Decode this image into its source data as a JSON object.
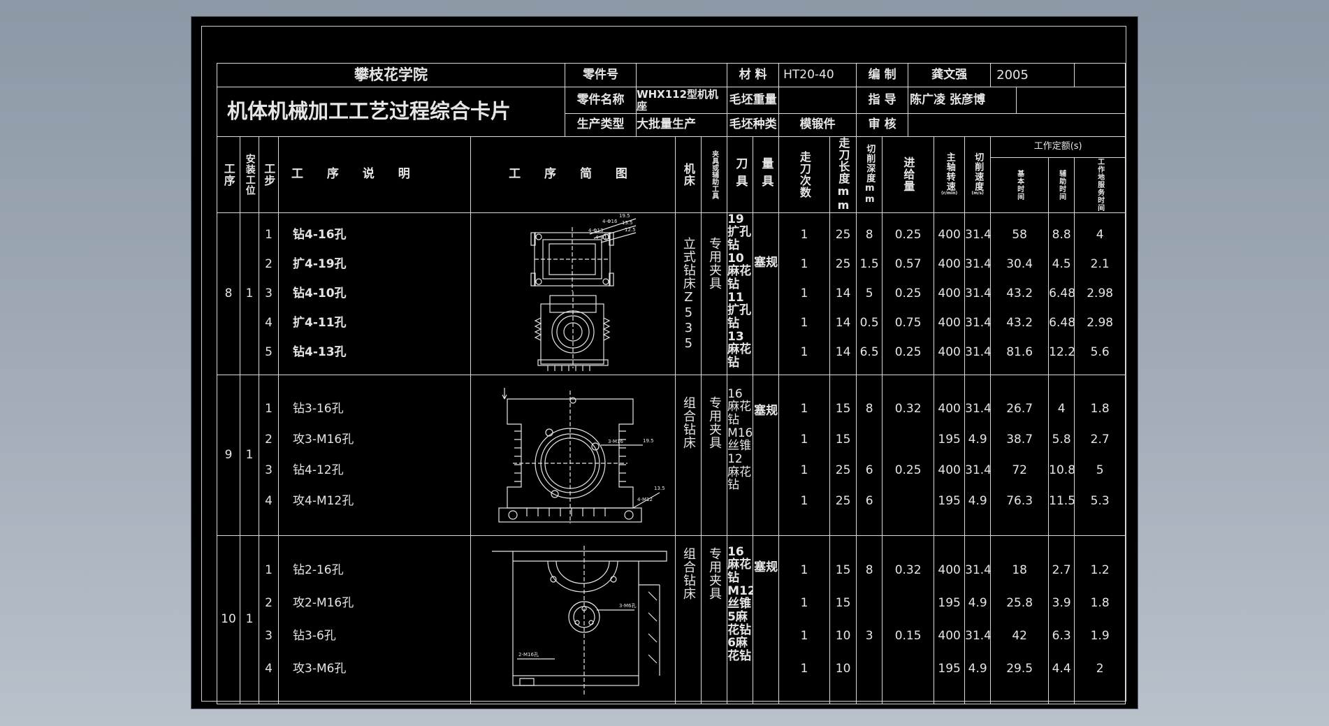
{
  "header": {
    "school": "攀枝花学院",
    "card_title": "机体机械加工工艺过程综合卡片",
    "part_no_label": "零件号",
    "part_no_value": "",
    "part_name_label": "零件名称",
    "part_name_value": "WHX112型机机座",
    "production_type_label": "生产类型",
    "production_type_value": "大批量生产",
    "material_label": "材  料",
    "material_value": "HT20-40",
    "blank_weight_label": "毛坯重量",
    "blank_weight_value": "",
    "blank_type_label": "毛坯种类",
    "blank_type_value": "模锻件",
    "compile_label": "编  制",
    "compile_value": "龚文强",
    "year": "2005",
    "guide_label": "指  导",
    "guide_value": "陈广凌  张彦博",
    "review_label": "审  核",
    "review_value": ""
  },
  "columns": {
    "op_no": "工序",
    "setup_pos": "安装工位",
    "step": "工步",
    "op_desc": "工 序 说 明",
    "op_sketch": "工 序 简 图",
    "machine": "机床",
    "fixture": "夹具或辅助工具",
    "cutter": "刀具",
    "gauge": "量具",
    "passes": "走刀次数",
    "cut_length": "走刀长度mm",
    "cut_depth": "切削深度mm",
    "feed": "进给量",
    "spindle_speed": "主轴转速",
    "spindle_speed_unit": "(r/min)",
    "cutting_speed": "切削速度",
    "cutting_speed_unit": "(m/s)",
    "time_quota": "工作定额(s)",
    "basic_time": "基本时间",
    "aux_time": "辅助时间",
    "service_time": "工作地服务时间"
  },
  "operations": [
    {
      "op_no": "8",
      "setup": "1",
      "steps": [
        "1",
        "2",
        "3",
        "4",
        "5"
      ],
      "descriptions": [
        "钻4-16孔",
        "扩4-19孔",
        "钻4-10孔",
        "扩4-11孔",
        "钻4-13孔"
      ],
      "machine": "立式钻床Z535",
      "fixture": "专用夹具",
      "cutter": "19扩孔钻10麻花钻11扩孔钻13麻花钻",
      "gauge": "塞规",
      "passes": [
        "1",
        "1",
        "1",
        "1",
        "1"
      ],
      "cut_length": [
        "25",
        "25",
        "14",
        "14",
        "14"
      ],
      "cut_depth": [
        "8",
        "1.5",
        "5",
        "0.5",
        "6.5"
      ],
      "feed": [
        "0.25",
        "0.57",
        "0.25",
        "0.75",
        "0.25"
      ],
      "spindle_speed": [
        "400",
        "400",
        "400",
        "400",
        "400"
      ],
      "cutting_speed": [
        "31.4",
        "31.4",
        "31.4",
        "31.4",
        "31.4"
      ],
      "basic_time": [
        "58",
        "30.4",
        "43.2",
        "43.2",
        "81.6"
      ],
      "aux_time": [
        "8.8",
        "4.5",
        "6.48",
        "6.48",
        "12.2"
      ],
      "service_time": [
        "4",
        "2.1",
        "2.98",
        "2.98",
        "5.6"
      ],
      "sketch_labels": [
        "4-Φ16",
        "4-Φ13",
        "4-Φ11",
        "19.5",
        "13.5",
        "12.5"
      ]
    },
    {
      "op_no": "9",
      "setup": "1",
      "steps": [
        "1",
        "2",
        "3",
        "4"
      ],
      "descriptions": [
        "钻3-16孔",
        "攻3-M16孔",
        "钻4-12孔",
        "攻4-M12孔"
      ],
      "machine": "组合钻床",
      "fixture": "专用夹具",
      "cutter": "16麻花钻M16丝锥12麻花钻",
      "gauge": "塞规",
      "passes": [
        "1",
        "1",
        "1",
        "1"
      ],
      "cut_length": [
        "15",
        "15",
        "25",
        "25"
      ],
      "cut_depth": [
        "8",
        "",
        "6",
        "6"
      ],
      "feed": [
        "0.32",
        "",
        "0.25",
        ""
      ],
      "spindle_speed": [
        "400",
        "195",
        "400",
        "195"
      ],
      "cutting_speed": [
        "31.4",
        "4.9",
        "31.4",
        "4.9"
      ],
      "basic_time": [
        "26.7",
        "38.7",
        "72",
        "76.3"
      ],
      "aux_time": [
        "4",
        "5.8",
        "10.8",
        "11.5"
      ],
      "service_time": [
        "1.8",
        "2.7",
        "5",
        "5.3"
      ],
      "sketch_labels": [
        "3-M16",
        "19.5",
        "4-M12",
        "13.5"
      ]
    },
    {
      "op_no": "10",
      "setup": "1",
      "steps": [
        "1",
        "2",
        "3",
        "4"
      ],
      "descriptions": [
        "钻2-16孔",
        "攻2-M16孔",
        "钻3-6孔",
        "攻3-M6孔"
      ],
      "machine": "组合钻床",
      "fixture": "专用夹具",
      "cutter": "16麻花钻M12丝锥5麻花钻6麻花钻",
      "gauge": "塞规",
      "passes": [
        "1",
        "1",
        "1",
        "1"
      ],
      "cut_length": [
        "15",
        "15",
        "10",
        "10"
      ],
      "cut_depth": [
        "8",
        "",
        "3",
        ""
      ],
      "feed": [
        "0.32",
        "",
        "0.15",
        ""
      ],
      "spindle_speed": [
        "400",
        "195",
        "400",
        "195"
      ],
      "cutting_speed": [
        "31.4",
        "4.9",
        "31.4",
        "4.9"
      ],
      "basic_time": [
        "18",
        "25.8",
        "42",
        "29.5"
      ],
      "aux_time": [
        "2.7",
        "3.9",
        "6.3",
        "4.4"
      ],
      "service_time": [
        "1.2",
        "1.8",
        "1.9",
        "2"
      ],
      "sketch_labels": [
        "3-M6孔",
        "2-M16孔"
      ]
    }
  ]
}
